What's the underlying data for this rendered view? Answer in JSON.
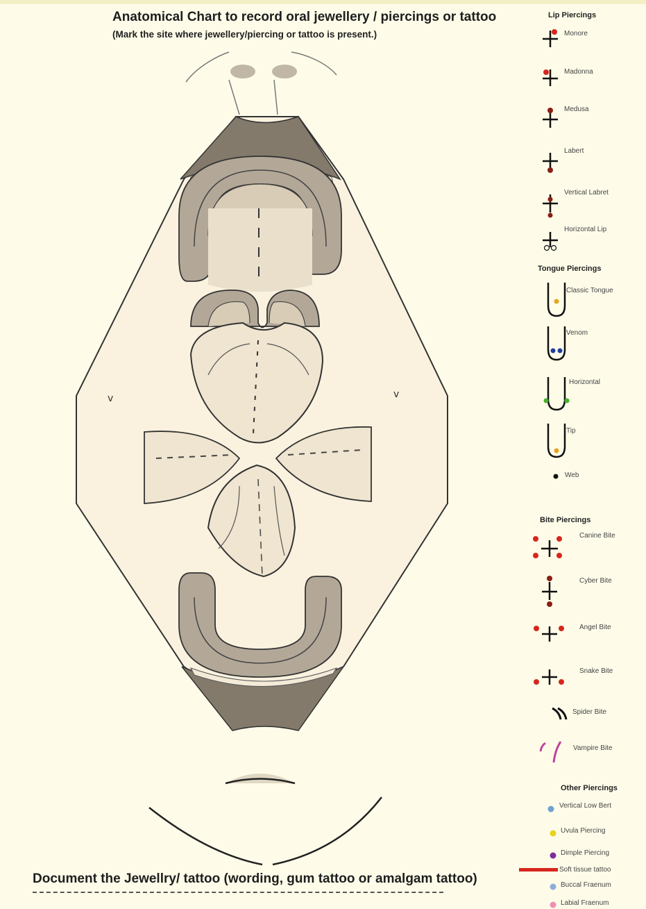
{
  "header": {
    "title": "Anatomical Chart to record oral jewellery / piercings or tattoo",
    "subtitle": "(Mark the site where jewellery/piercing or tattoo is present.)"
  },
  "footer": {
    "document_label": "Document the Jewellry/ tattoo (wording, gum tattoo or amalgam tattoo)"
  },
  "legend": {
    "lip": {
      "heading": "Lip Piercings",
      "items": [
        "Monore",
        "Madonna",
        "Medusa",
        "Labert",
        "Vertical Labret",
        "Horizontal Lip"
      ]
    },
    "tongue": {
      "heading": "Tongue Piercings",
      "items": [
        "Classic Tongue",
        "Venom",
        "Horizontal",
        "Tip",
        "Web"
      ]
    },
    "bite": {
      "heading": "Bite Piercings",
      "items": [
        "Canine Bite",
        "Cyber Bite",
        "Angel Bite",
        "Snake Bite",
        "Spider Bite",
        "Vampire Bite"
      ]
    },
    "other": {
      "heading": "Other Piercings",
      "items": [
        "Vertical Low Bert",
        "Uvula Piercing",
        "Dimple Piercing",
        "Soft tissue tattoo",
        "Buccal Fraenum",
        "Labial Fraenum"
      ]
    }
  },
  "colors": {
    "background": "#fefce9",
    "tissue_light": "#f4ecd9",
    "tissue_mid": "#e8dcc6",
    "gum": "#b3a898",
    "lip_dark": "#7a7265",
    "red": "#d7261e",
    "dark_red": "#8a1f14",
    "yellow": "#e5a51e",
    "blue": "#1d3fa0",
    "green": "#49b02a",
    "magenta": "#c0449a",
    "light_blue": "#6fa3cf",
    "yellow_bright": "#e8d21c",
    "purple": "#7b2e9e",
    "pink": "#ef8fb6"
  }
}
